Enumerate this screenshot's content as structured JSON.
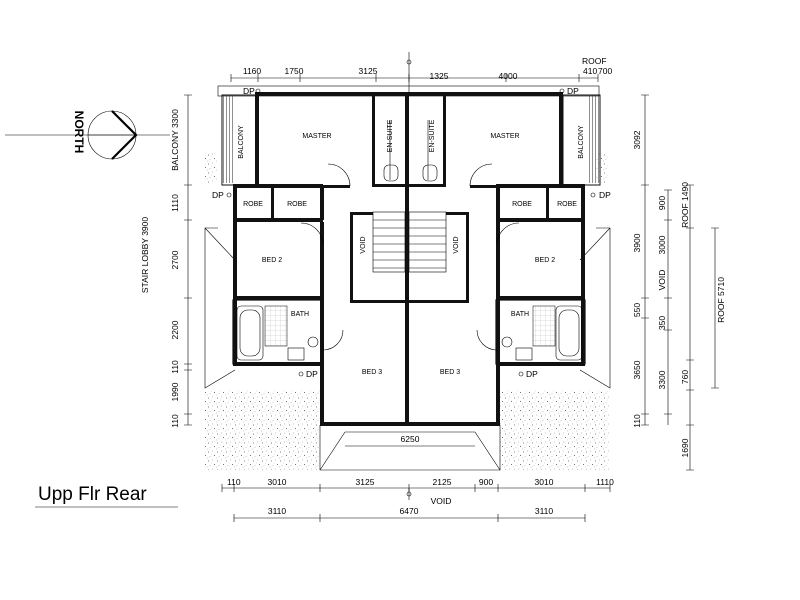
{
  "title": "Upp Flr Rear",
  "north_label": "NORTH",
  "rooms": {
    "master_left": "MASTER",
    "master_right": "MASTER",
    "ensuite_left": "EN-SUITE",
    "ensuite_right": "EN-SUITE",
    "balcony_left": "BALCONY",
    "balcony_right": "BALCONY",
    "robe_1": "ROBE",
    "robe_2": "ROBE",
    "robe_3": "ROBE",
    "robe_4": "ROBE",
    "bed2_left": "BED 2",
    "bed2_right": "BED 2",
    "void_left": "VOID",
    "void_right": "VOID",
    "bath_left": "BATH",
    "bath_right": "BATH",
    "bed3_left": "BED 3",
    "bed3_right": "BED 3"
  },
  "downpipes": [
    "DP",
    "DP",
    "DP",
    "DP",
    "DP",
    "DP"
  ],
  "dims_top": [
    "1160",
    "1750",
    "3125",
    "1325",
    "4000",
    "410",
    "700"
  ],
  "roof_top": "ROOF",
  "dims_left": [
    "BALCONY 3300",
    "1110",
    "STAIR LOBBY 3900",
    "2700",
    "2200",
    "110",
    "1990",
    "110"
  ],
  "dims_right_1": [
    "3092",
    "3900",
    "550",
    "3650",
    "110"
  ],
  "dims_right_2": [
    "900",
    "3000",
    "350",
    "3300"
  ],
  "dims_right_3": [
    "ROOF 1490",
    "760",
    "1690"
  ],
  "dims_right_labels": [
    "VOID",
    "ROOF 5710"
  ],
  "dims_bottom_1": [
    "110",
    "3010",
    "3125",
    "2125",
    "900",
    "3010",
    "1110"
  ],
  "dims_bottom_2": [
    "3110",
    "6470",
    "3110"
  ],
  "dim_6250": "6250",
  "void_bottom": "VOID"
}
